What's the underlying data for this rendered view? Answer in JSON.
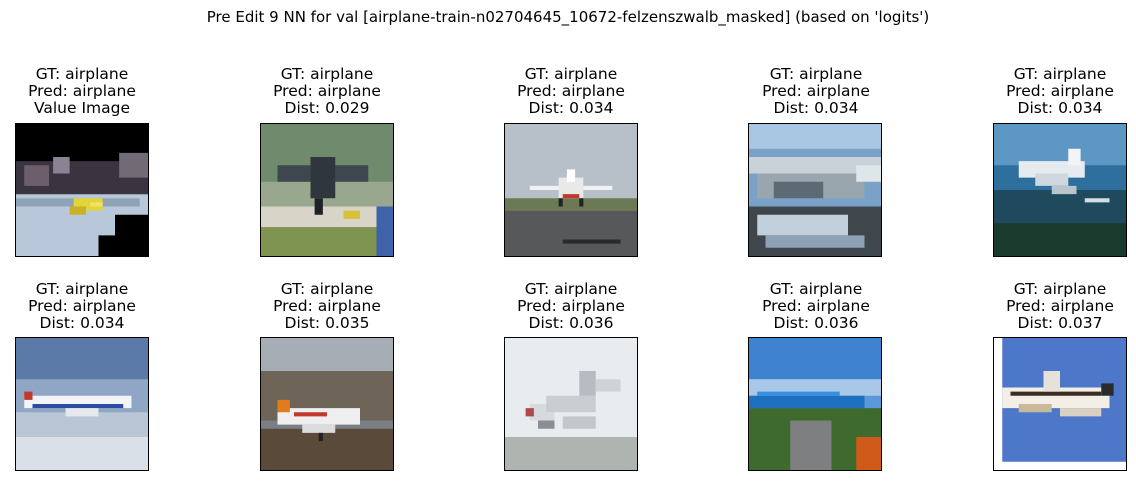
{
  "title": "Pre Edit 9 NN for val [airplane-train-n02704645_10672-felzenszwalb_masked] (based on 'logits')",
  "panels": [
    {
      "gt": "GT: airplane",
      "pred": "Pred: airplane",
      "info": "Value Image",
      "img": "masked-seaplane"
    },
    {
      "gt": "GT: airplane",
      "pred": "Pred: airplane",
      "info": "Dist: 0.029",
      "img": "warbird-runway"
    },
    {
      "gt": "GT: airplane",
      "pred": "Pred: airplane",
      "info": "Dist: 0.034",
      "img": "small-plane-front"
    },
    {
      "gt": "GT: airplane",
      "pred": "Pred: airplane",
      "info": "Dist: 0.034",
      "img": "seaplane-closeup"
    },
    {
      "gt": "GT: airplane",
      "pred": "Pred: airplane",
      "info": "Dist: 0.034",
      "img": "jet-over-forest"
    },
    {
      "gt": "GT: airplane",
      "pred": "Pred: airplane",
      "info": "Dist: 0.034",
      "img": "airliner-clouds"
    },
    {
      "gt": "GT: airplane",
      "pred": "Pred: airplane",
      "info": "Dist: 0.035",
      "img": "airliner-mountains"
    },
    {
      "gt": "GT: airplane",
      "pred": "Pred: airplane",
      "info": "Dist: 0.036",
      "img": "plane-tilted-white"
    },
    {
      "gt": "GT: airplane",
      "pred": "Pred: airplane",
      "info": "Dist: 0.036",
      "img": "blue-airliner-ground"
    },
    {
      "gt": "GT: airplane",
      "pred": "Pred: airplane",
      "info": "Dist: 0.037",
      "img": "airliner-blue-sky"
    }
  ]
}
